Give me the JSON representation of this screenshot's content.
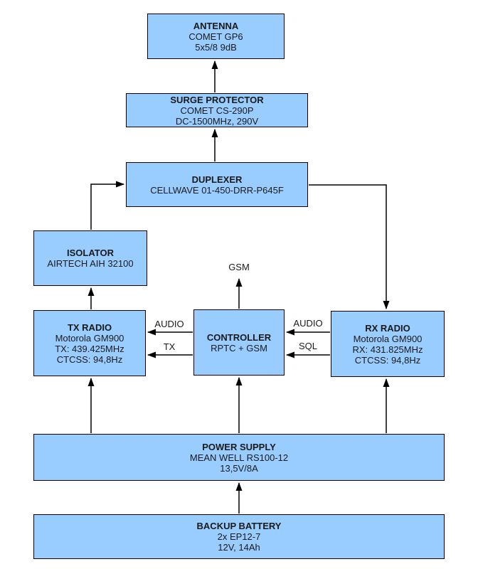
{
  "diagram": {
    "nodes": {
      "antenna": {
        "title": "ANTENNA",
        "lines": [
          "COMET GP6",
          "5x5/8 9dB"
        ]
      },
      "surge_protector": {
        "title": "SURGE PROTECTOR",
        "lines": [
          "COMET CS-290P",
          "DC-1500MHz, 290V"
        ]
      },
      "duplexer": {
        "title": "DUPLEXER",
        "lines": [
          "CELLWAVE 01-450-DRR-P645F"
        ]
      },
      "isolator": {
        "title": "ISOLATOR",
        "lines": [
          "AIRTECH AIH 32100"
        ]
      },
      "tx_radio": {
        "title": "TX RADIO",
        "lines": [
          "Motorola GM900",
          "TX: 439.425MHz",
          "CTCSS: 94,8Hz"
        ]
      },
      "controller": {
        "title": "CONTROLLER",
        "lines": [
          "RPTC + GSM"
        ]
      },
      "rx_radio": {
        "title": "RX RADIO",
        "lines": [
          "Motorola GM900",
          "RX: 431.825MHz",
          "CTCSS: 94,8Hz"
        ]
      },
      "power_supply": {
        "title": "POWER SUPPLY",
        "lines": [
          "MEAN WELL RS100-12",
          "13,5V/8A"
        ]
      },
      "backup_battery": {
        "title": "BACKUP BATTERY",
        "lines": [
          "2x EP12-7",
          "12V, 14Ah"
        ]
      }
    },
    "labels": {
      "gsm": "GSM",
      "audio_left": "AUDIO",
      "tx": "TX",
      "audio_right": "AUDIO",
      "sql": "SQL"
    },
    "colors": {
      "node_fill": "#99CCFF",
      "node_border": "#000000",
      "line": "#000000",
      "text": "#1A1A1A",
      "background": "#FFFFFF"
    }
  }
}
